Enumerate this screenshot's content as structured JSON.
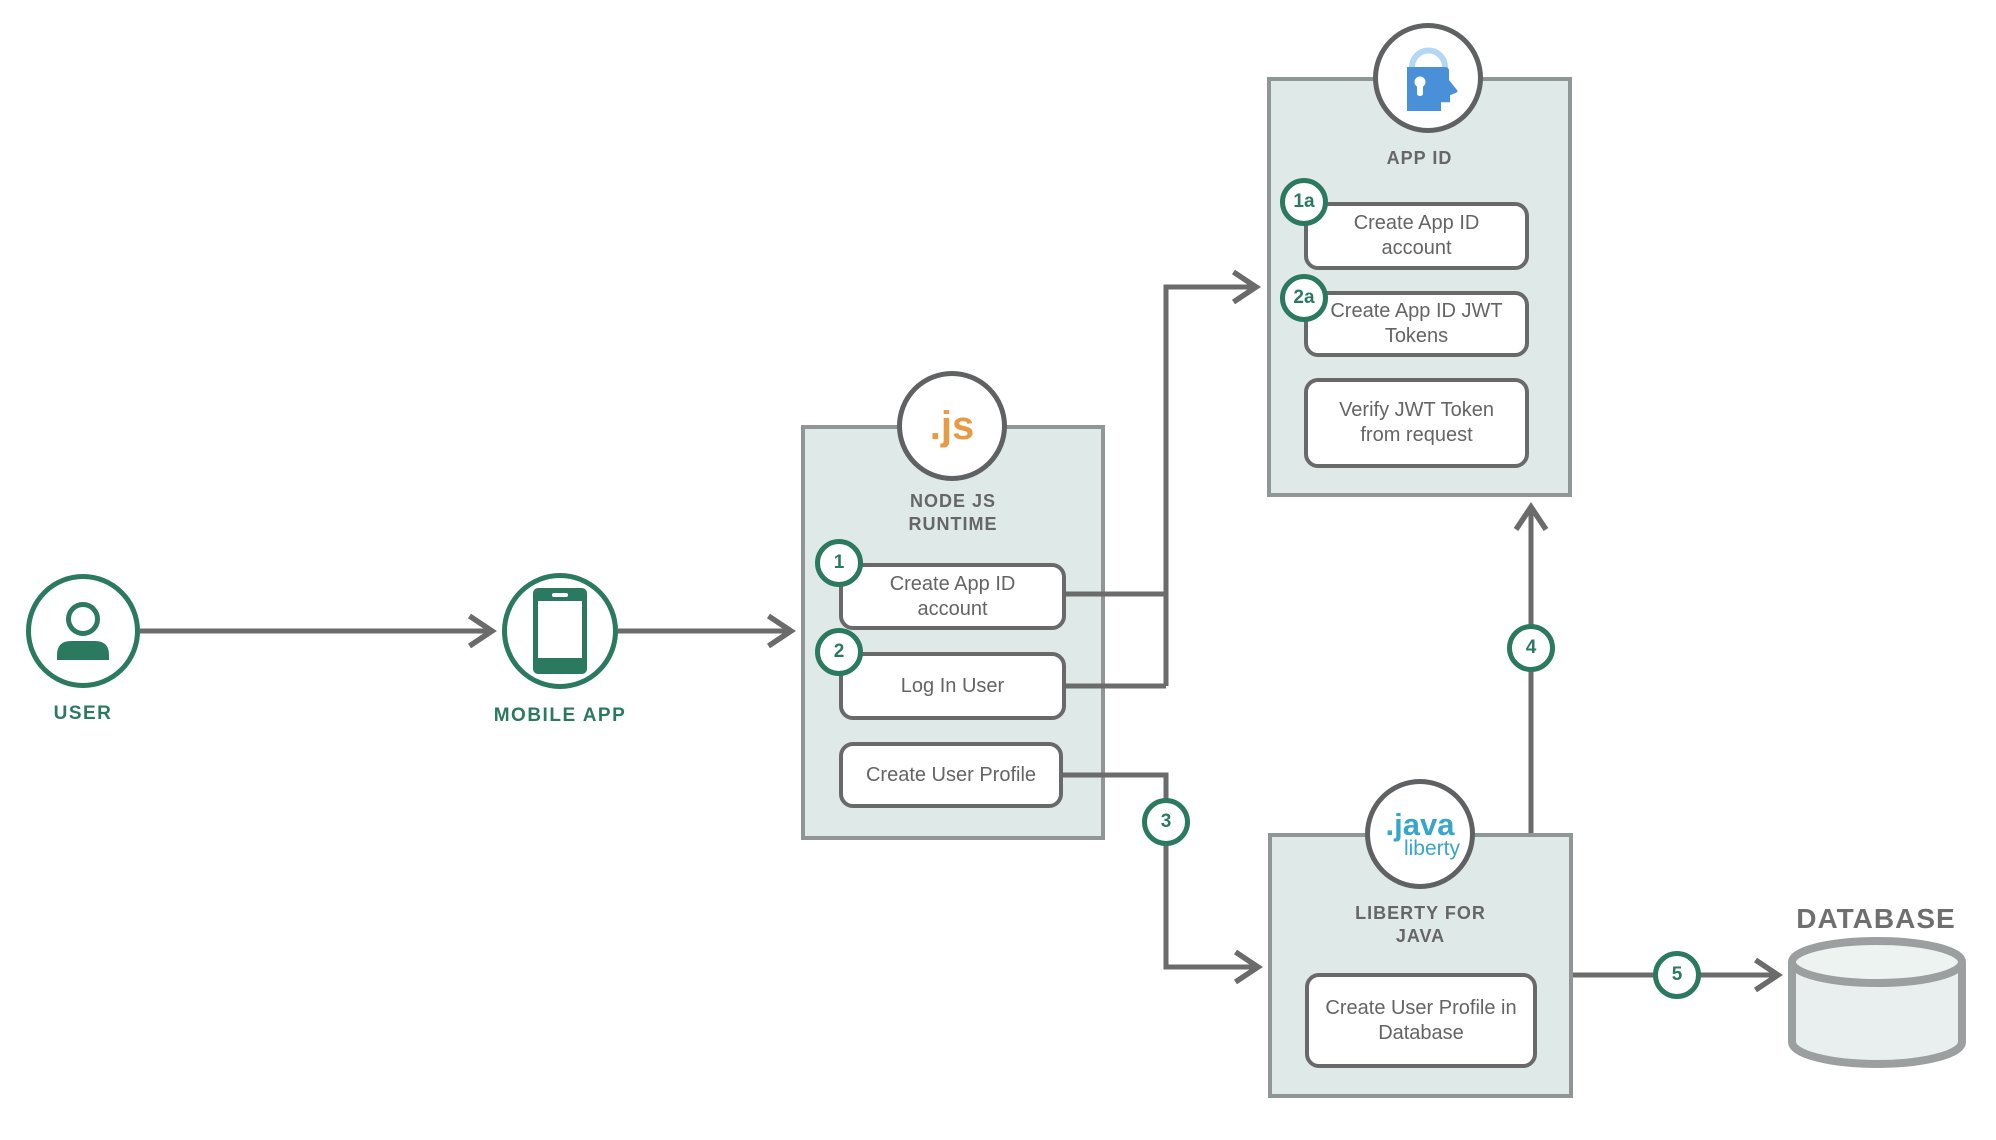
{
  "colors": {
    "accent_green": "#2b7a60",
    "line_gray": "#6b6b6b",
    "zone_fill": "#dfe9e7",
    "zone_border": "#8f9695",
    "text_gray": "#646464",
    "nodejs_orange": "#e89b45",
    "appid_blue": "#4a90d9",
    "appid_shackle_blue": "#b3d7f5",
    "liberty_cyan": "#38a6cb"
  },
  "nodes": {
    "user": {
      "label": "USER",
      "icon": "person-icon"
    },
    "mobile_app": {
      "label": "MOBILE APP",
      "icon": "smartphone-icon"
    },
    "node_runtime": {
      "logo_text": ".js",
      "title": "NODE JS RUNTIME",
      "icon": "nodejs-logo",
      "steps": [
        {
          "badge": "1",
          "label": "Create App ID account"
        },
        {
          "badge": "2",
          "label": "Log In User"
        },
        {
          "badge": "",
          "label": "Create User Profile"
        }
      ]
    },
    "app_id": {
      "title": "APP ID",
      "icon": "appid-lock-icon",
      "steps": [
        {
          "badge": "1a",
          "label": "Create App ID account"
        },
        {
          "badge": "2a",
          "label": "Create App ID JWT Tokens"
        },
        {
          "badge": "",
          "label": "Verify JWT Token from request"
        }
      ]
    },
    "liberty_for_java": {
      "logo_text_top": ".java",
      "logo_text_bottom": "liberty",
      "title": "LIBERTY FOR JAVA",
      "icon": "java-liberty-logo",
      "steps": [
        {
          "badge": "",
          "label": "Create User Profile in Database"
        }
      ]
    },
    "database": {
      "label": "DATABASE",
      "icon": "database-cylinder-icon"
    }
  },
  "flow_badges": {
    "badge_3": "3",
    "badge_4": "4",
    "badge_5": "5"
  }
}
